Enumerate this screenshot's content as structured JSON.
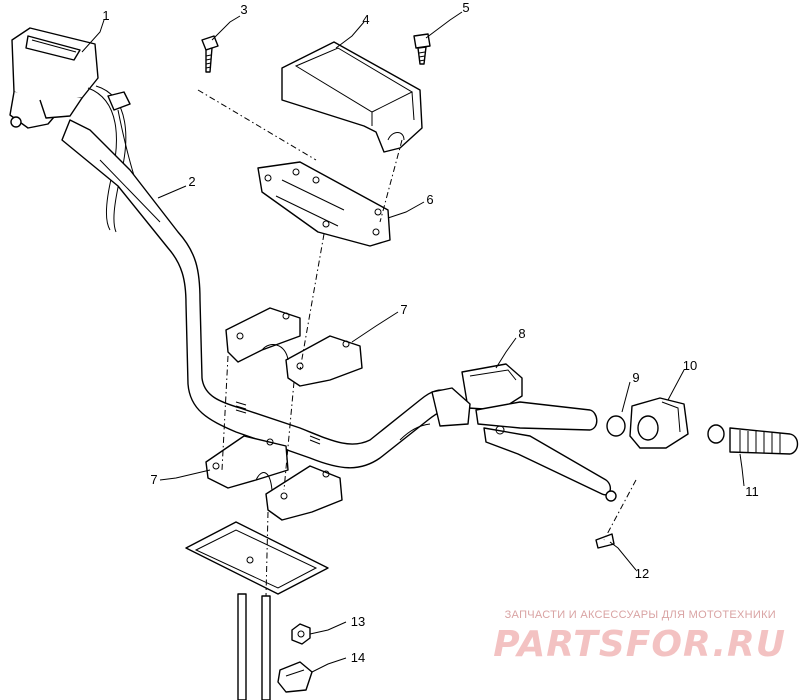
{
  "callouts": [
    {
      "id": "c1",
      "text": "1"
    },
    {
      "id": "c2",
      "text": "2"
    },
    {
      "id": "c3",
      "text": "3"
    },
    {
      "id": "c4",
      "text": "4"
    },
    {
      "id": "c5",
      "text": "5"
    },
    {
      "id": "c6",
      "text": "6"
    },
    {
      "id": "c7a",
      "text": "7"
    },
    {
      "id": "c7b",
      "text": "7"
    },
    {
      "id": "c8",
      "text": "8"
    },
    {
      "id": "c9",
      "text": "9"
    },
    {
      "id": "c10",
      "text": "10"
    },
    {
      "id": "c11",
      "text": "11"
    },
    {
      "id": "c12",
      "text": "12"
    },
    {
      "id": "c13",
      "text": "13"
    },
    {
      "id": "c14",
      "text": "14"
    }
  ],
  "watermark": {
    "tagline": "ЗАПЧАСТИ И АКСЕССУАРЫ ДЛЯ МОТОТЕХНИКИ",
    "logo": "PARTSFOR.RU",
    "color": "#f3c2c2"
  }
}
